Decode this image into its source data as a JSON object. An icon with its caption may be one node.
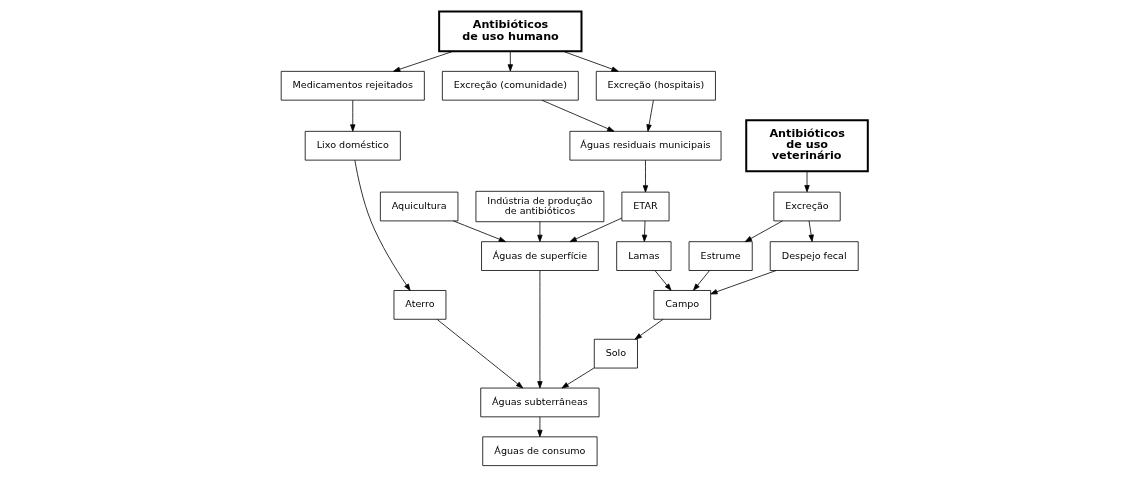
{
  "diagram": {
    "nodes": [
      {
        "text": [
          "Antibióticos de uso humano"
        ]
      },
      {
        "text": [
          "Antibióticos de uso veterinário"
        ]
      },
      {
        "text": [
          "Excreção (comunidade)"
        ]
      },
      {
        "text": [
          "Excreção (hospitais)"
        ]
      },
      {
        "text": [
          "Medicamentos rejeitados"
        ]
      },
      {
        "text": [
          "Excreção"
        ]
      },
      {
        "text": [
          "Águas residuais municipais"
        ]
      },
      {
        "text": [
          "Lixo doméstico"
        ]
      },
      {
        "text": [
          "Estrume"
        ]
      },
      {
        "text": [
          "Despejo fecal"
        ]
      },
      {
        "text": [
          "ETAR"
        ]
      },
      {
        "text": [
          "Lamas"
        ]
      },
      {
        "text": [
          "Campo"
        ]
      },
      {
        "text": [
          "Aterro"
        ]
      },
      {
        "text": [
          "Águas de superfície"
        ]
      },
      {
        "text": [
          "Águas subterrâneas"
        ]
      },
      {
        "text": [
          "Solo"
        ]
      },
      {
        "text": [
          "Aquicultura"
        ]
      },
      {
        "text": [
          "Indústria de produção de antibióticos"
        ]
      },
      {
        "text": [
          "Águas de consumo"
        ]
      }
    ],
    "edges": [
      {
        "from": 0,
        "to": 2,
        "arrow": "to"
      },
      {
        "from": 0,
        "to": 3,
        "arrow": "to"
      },
      {
        "from": 0,
        "to": 4,
        "arrow": "to"
      },
      {
        "from": 1,
        "to": 5,
        "arrow": "to"
      },
      {
        "from": 2,
        "to": 6,
        "arrow": "to"
      },
      {
        "from": 3,
        "to": 6,
        "arrow": "to"
      },
      {
        "from": 4,
        "to": 7,
        "arrow": "to"
      },
      {
        "from": 5,
        "to": 8,
        "arrow": "to"
      },
      {
        "from": 5,
        "to": 9,
        "arrow": "to"
      },
      {
        "from": 6,
        "to": 10,
        "arrow": "to"
      },
      {
        "from": 10,
        "to": 11,
        "arrow": "to"
      },
      {
        "from": 11,
        "to": 12,
        "arrow": "to"
      },
      {
        "from": 7,
        "to": 13,
        "arrow": "to"
      },
      {
        "from": 8,
        "to": 12,
        "arrow": "to"
      },
      {
        "from": 9,
        "to": 12,
        "arrow": "to"
      },
      {
        "from": 10,
        "to": 14,
        "arrow": "to"
      },
      {
        "from": 12,
        "to": 16,
        "arrow": "to"
      },
      {
        "from": 13,
        "to": 15,
        "arrow": "to"
      },
      {
        "from": 14,
        "to": 15,
        "arrow": "to"
      },
      {
        "from": 16,
        "to": 15,
        "arrow": "to"
      },
      {
        "from": 15,
        "to": 19,
        "arrow": "to"
      },
      {
        "from": 17,
        "to": 14,
        "arrow": "to"
      },
      {
        "from": 18,
        "to": 14,
        "arrow": "to"
      }
    ]
  }
}
